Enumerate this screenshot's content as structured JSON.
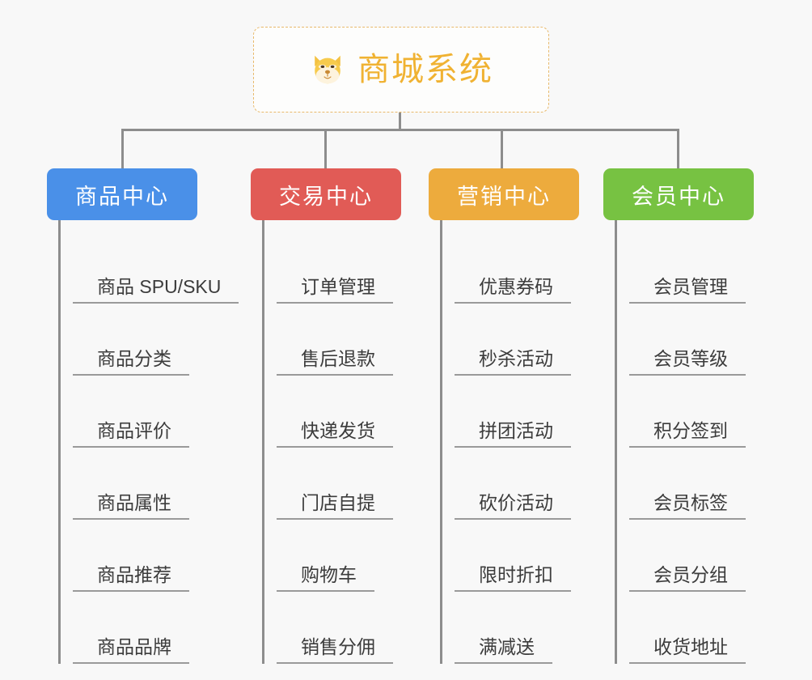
{
  "canvas": {
    "background_color": "#f8f8f8"
  },
  "root": {
    "title": "商城系统",
    "icon": "shiba-dog-face-icon",
    "text_color": "#f0b232",
    "border_color": "#e8b96a"
  },
  "connectors": {
    "color": "#8d8d8d"
  },
  "branches": [
    {
      "id": "product-center",
      "label": "商品中心",
      "color": "#4a90e8",
      "items": [
        "商品 SPU/SKU",
        "商品分类",
        "商品评价",
        "商品属性",
        "商品推荐",
        "商品品牌"
      ]
    },
    {
      "id": "trade-center",
      "label": "交易中心",
      "color": "#e15b56",
      "items": [
        "订单管理",
        "售后退款",
        "快递发货",
        "门店自提",
        "购物车",
        "销售分佣"
      ]
    },
    {
      "id": "marketing-center",
      "label": "营销中心",
      "color": "#edab3d",
      "items": [
        "优惠券码",
        "秒杀活动",
        "拼团活动",
        "砍价活动",
        "限时折扣",
        "满减送"
      ]
    },
    {
      "id": "member-center",
      "label": "会员中心",
      "color": "#77c242",
      "items": [
        "会员管理",
        "会员等级",
        "积分签到",
        "会员标签",
        "会员分组",
        "收货地址"
      ]
    }
  ]
}
